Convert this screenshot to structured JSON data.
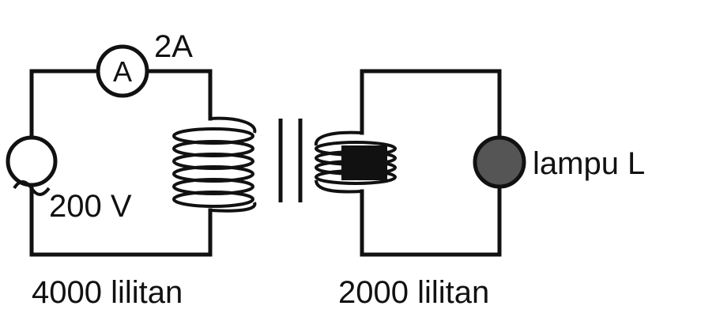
{
  "primary": {
    "ammeter_symbol": "A",
    "current_label": "2A",
    "voltage_label": "200 V",
    "turns_label": "4000 lilitan"
  },
  "secondary": {
    "lamp_label": "lampu L",
    "turns_label": "2000 lilitan"
  },
  "colors": {
    "wire": "#111111",
    "lamp_fill": "#555555",
    "background": "#ffffff"
  },
  "icons": {
    "source": "ac-voltage-source-icon",
    "ammeter": "ammeter-icon",
    "primary_coil": "primary-coil-icon",
    "secondary_coil": "secondary-coil-icon",
    "core": "iron-core-icon",
    "lamp": "lamp-icon"
  }
}
